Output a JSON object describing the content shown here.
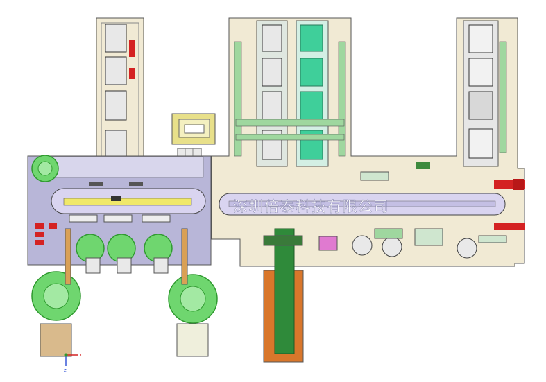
{
  "drawing": {
    "watermark": "深圳倍泰科技有限公司",
    "axis_x_label": "x",
    "axis_z_label": "z"
  },
  "colors": {
    "base_plate": "#f1ead4",
    "left_module_plate": "#b8b6d8",
    "conveyor_track": "#d9d4f0",
    "feeder_green": "#6fd66f",
    "feeder_dark_green": "#2f9a2f",
    "tray_teal": "#3fcf9a",
    "accent_red": "#d42222",
    "wood_box": "#d9ba8c",
    "orange_belt_base": "#d9772b",
    "outline": "#555555",
    "watermark": "#ffffff",
    "yellow_tray": "#e8e08a"
  },
  "components": {
    "left_tower": "tray-stacker-left",
    "center_tower_a": "tray-stacker-center-a",
    "center_tower_b": "tray-stacker-center-b",
    "right_tower": "tray-stacker-right",
    "outfeed_belt": "outfeed-belt-conveyor"
  }
}
